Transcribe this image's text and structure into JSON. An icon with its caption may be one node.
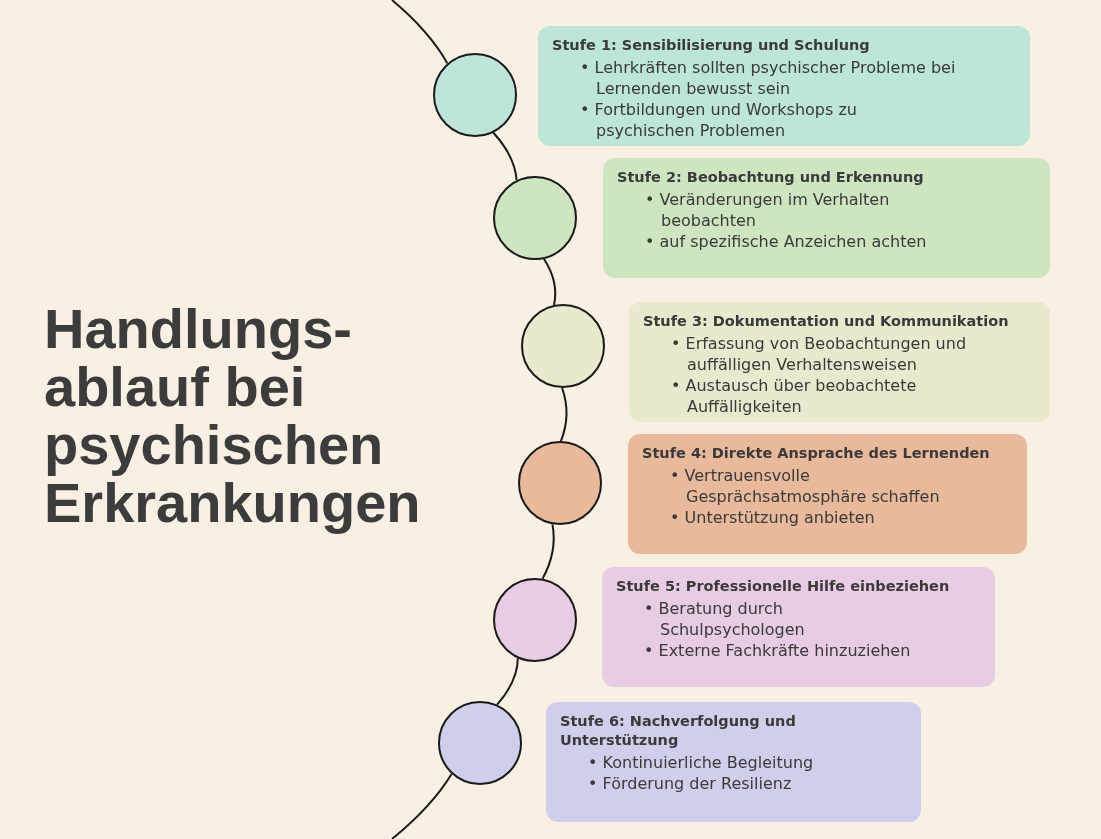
{
  "diagram": {
    "title": "Handlungs-ablauf bei psychischen Erkrankungen",
    "nodes": [
      {
        "text": [],
        "shape": "circle"
      },
      {
        "text": [
          "Stufe 1: Sensibilisierung und Schulung",
          "• Lehrkräften sollten psychischer Probleme bei Lernenden bewusst sein",
          "• Fortbildungen und Workshops zu psychischen Problemen"
        ]
      },
      {
        "text": [],
        "shape": "circle"
      },
      {
        "text": [
          "Stufe 2: Beobachtung und Erkennung",
          "• Veränderungen im Verhalten beobachten",
          "• auf spezifische Anzeichen achten"
        ]
      },
      {
        "text": [],
        "shape": "circle"
      },
      {
        "text": [
          "Stufe 3: Dokumentation und Kommunikation",
          "• Erfassung von Beobachtungen und auffälligen Verhaltensweisen",
          "• Austausch über beobachtete Auffälligkeiten"
        ]
      },
      {
        "text": [],
        "shape": "circle"
      },
      {
        "text": [
          "Stufe 4: Direkte Ansprache des Lernenden",
          "• Vertrauensvolle Gesprächsatmosphäre schaffen",
          "• Unterstützung anbieten"
        ]
      },
      {
        "text": [],
        "shape": "circle"
      },
      {
        "text": [
          "Stufe 5: Professionelle Hilfe einbeziehen",
          "• Beratung durch Schulpsychologen",
          "• Externe Fachkräfte hinzuziehen"
        ]
      },
      {
        "text": [],
        "shape": "circle"
      },
      {
        "text": [
          "Stufe 6: Nachverfolgung und Unterstützung",
          "• Kontinuierliche Begleitung",
          "• Förderung der Resilienz"
        ]
      }
    ],
    "edges": [
      {
        "from": null,
        "to": 0,
        "arrow": "none"
      },
      {
        "from": 0,
        "to": 2,
        "arrow": "none"
      },
      {
        "from": 2,
        "to": 4,
        "arrow": "none"
      },
      {
        "from": 4,
        "to": 6,
        "arrow": "none"
      },
      {
        "from": 6,
        "to": 8,
        "arrow": "none"
      },
      {
        "from": 8,
        "to": 10,
        "arrow": "none"
      },
      {
        "from": 10,
        "to": null,
        "arrow": "none"
      }
    ]
  }
}
